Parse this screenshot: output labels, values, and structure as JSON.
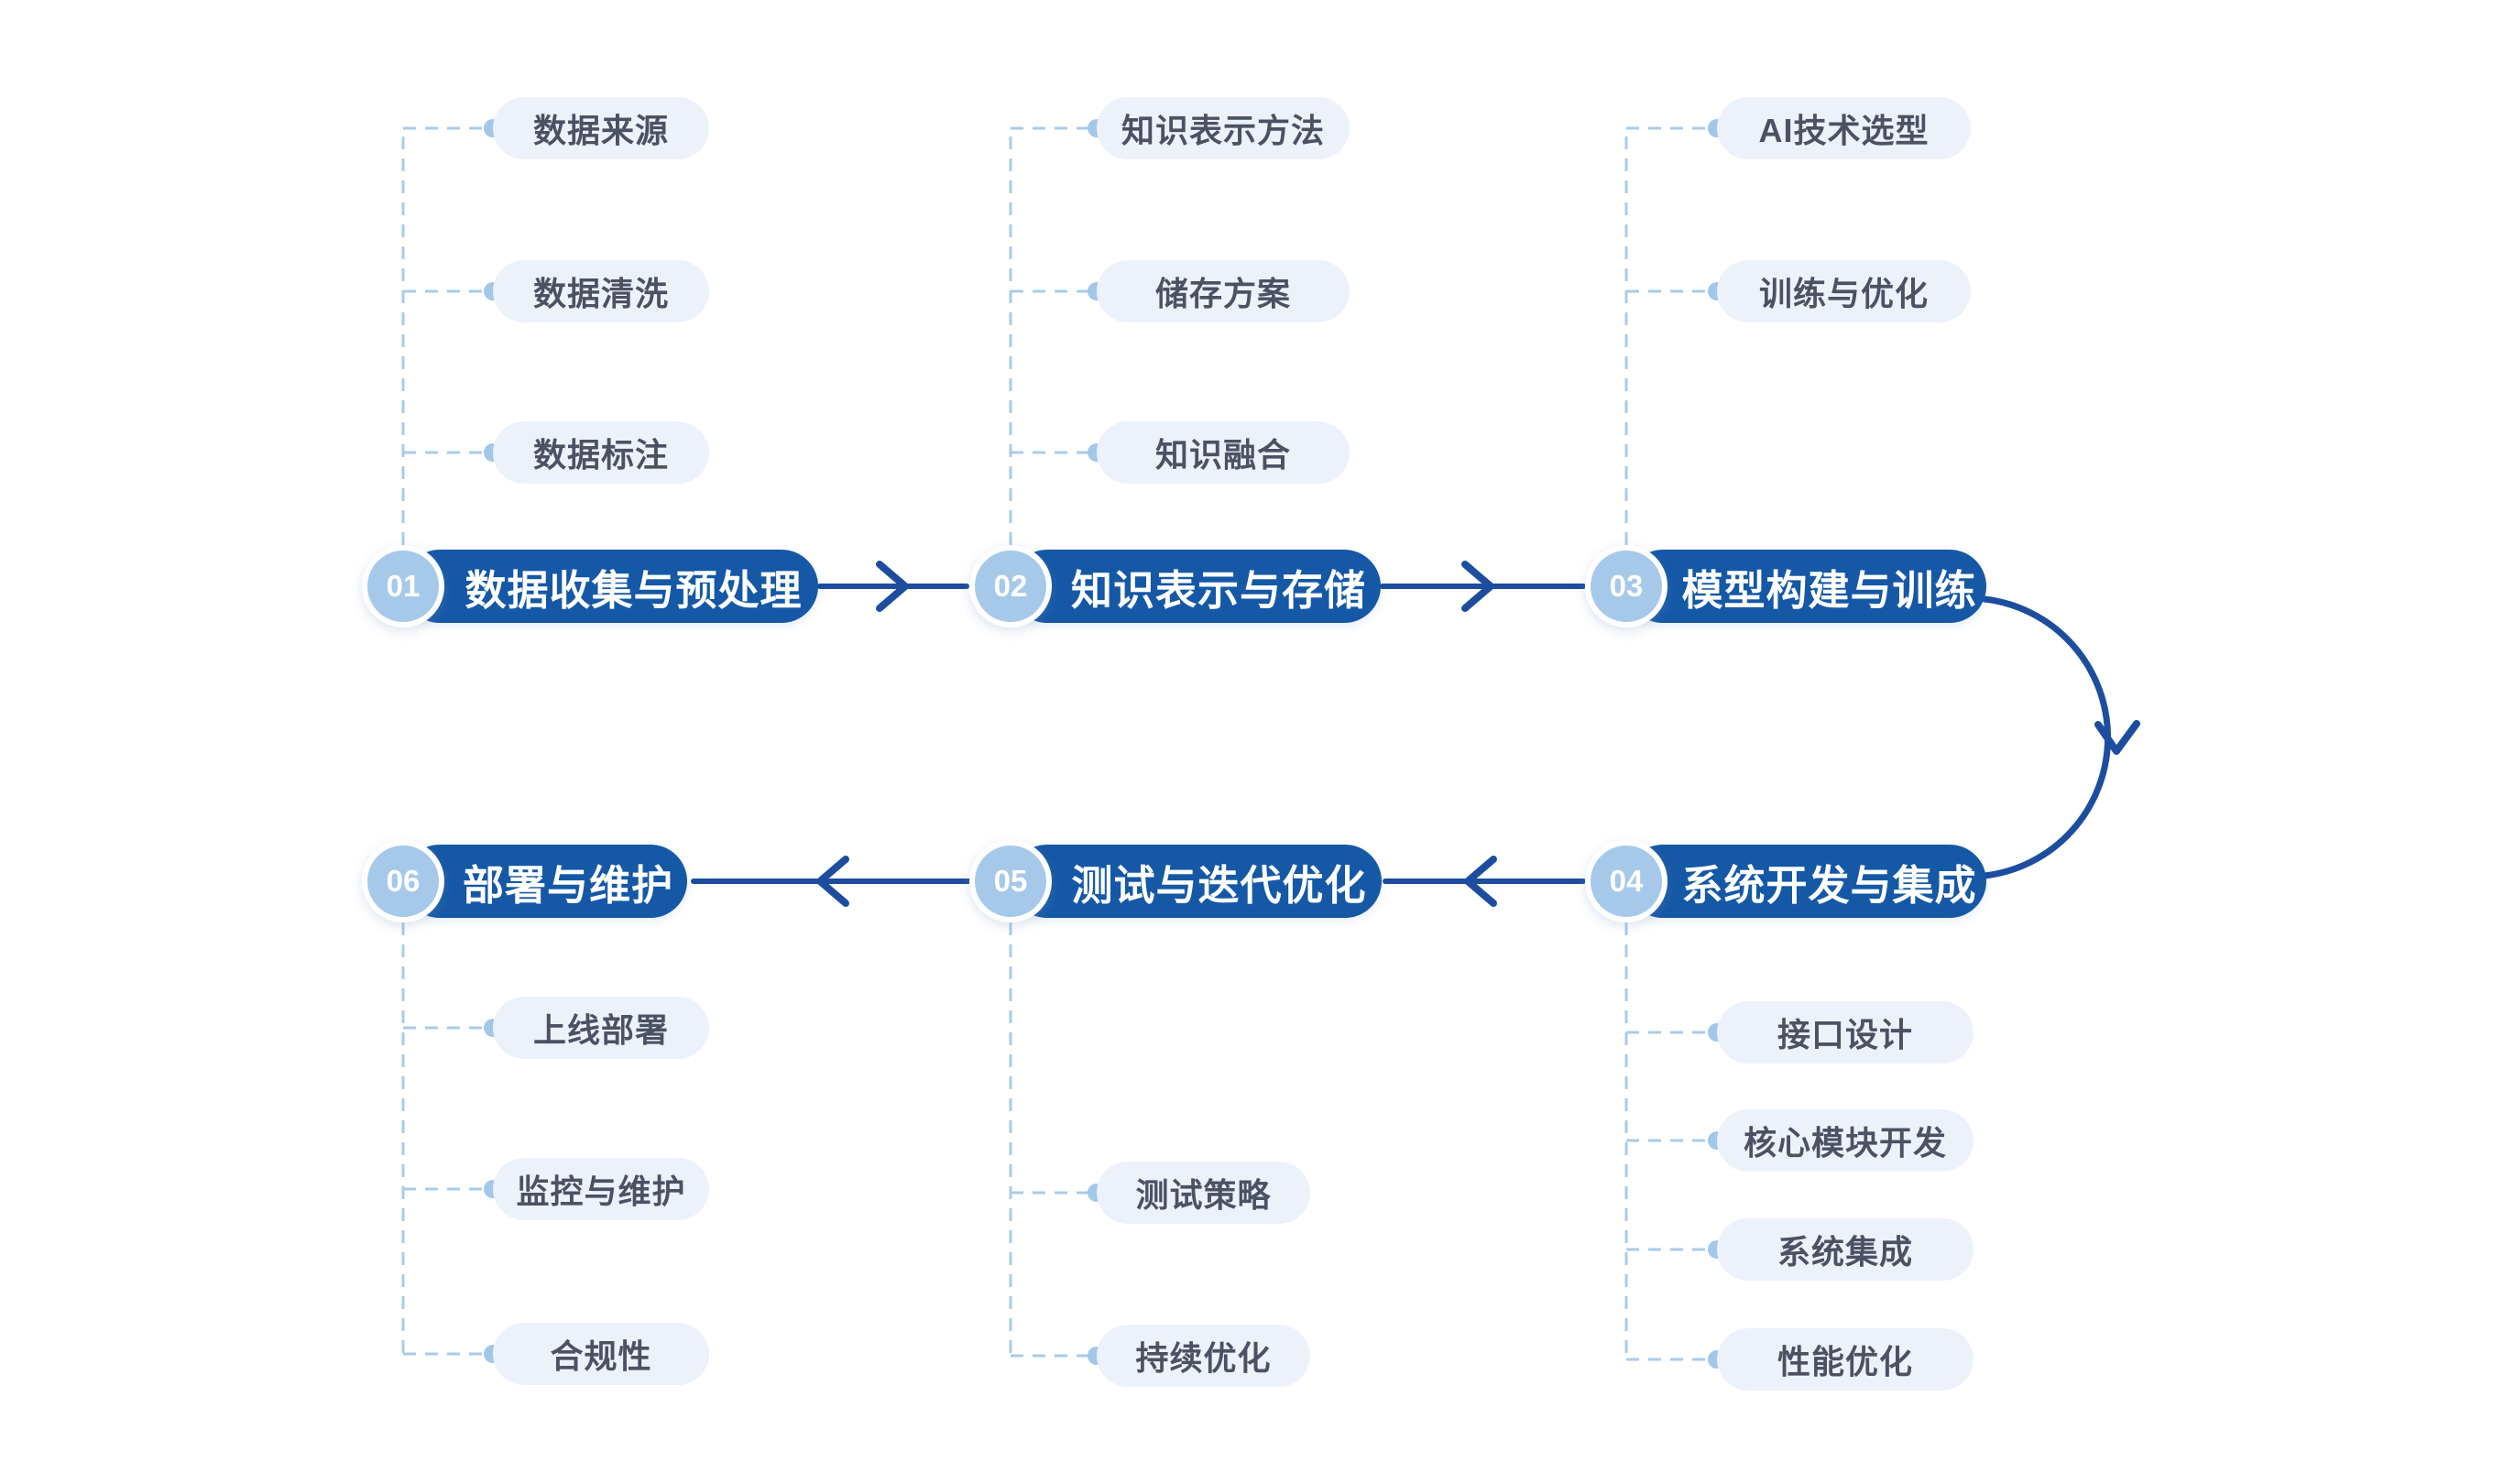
{
  "diagram": {
    "type": "flowchart",
    "title": "",
    "flow_order": [
      "01",
      "02",
      "03",
      "04",
      "05",
      "06"
    ],
    "stages": [
      {
        "number": "01",
        "title": "数据收集与预处理",
        "children": [
          "数据来源",
          "数据清洗",
          "数据标注"
        ]
      },
      {
        "number": "02",
        "title": "知识表示与存储",
        "children": [
          "知识表示方法",
          "储存方案",
          "知识融合"
        ]
      },
      {
        "number": "03",
        "title": "模型构建与训练",
        "children": [
          "AI技术选型",
          "训练与优化"
        ]
      },
      {
        "number": "04",
        "title": "系统开发与集成",
        "children": [
          "接口设计",
          "核心模块开发",
          "系统集成",
          "性能优化"
        ]
      },
      {
        "number": "05",
        "title": "测试与迭代优化",
        "children": [
          "测试策略",
          "持续优化"
        ]
      },
      {
        "number": "06",
        "title": "部署与维护",
        "children": [
          "上线部署",
          "监控与维护",
          "合规性"
        ]
      }
    ],
    "colors": {
      "background": "#FFFFFF",
      "stage_pill": "#1558A6",
      "stage_badge": "#A6C9E9",
      "stage_text": "#FFFFFF",
      "arrow": "#1D4D9E",
      "sub_pill_bg": "#EDF2FA",
      "sub_text": "#4A5263",
      "dashed_connector": "#A9CBE8",
      "dot": "#A3C7E8"
    }
  }
}
